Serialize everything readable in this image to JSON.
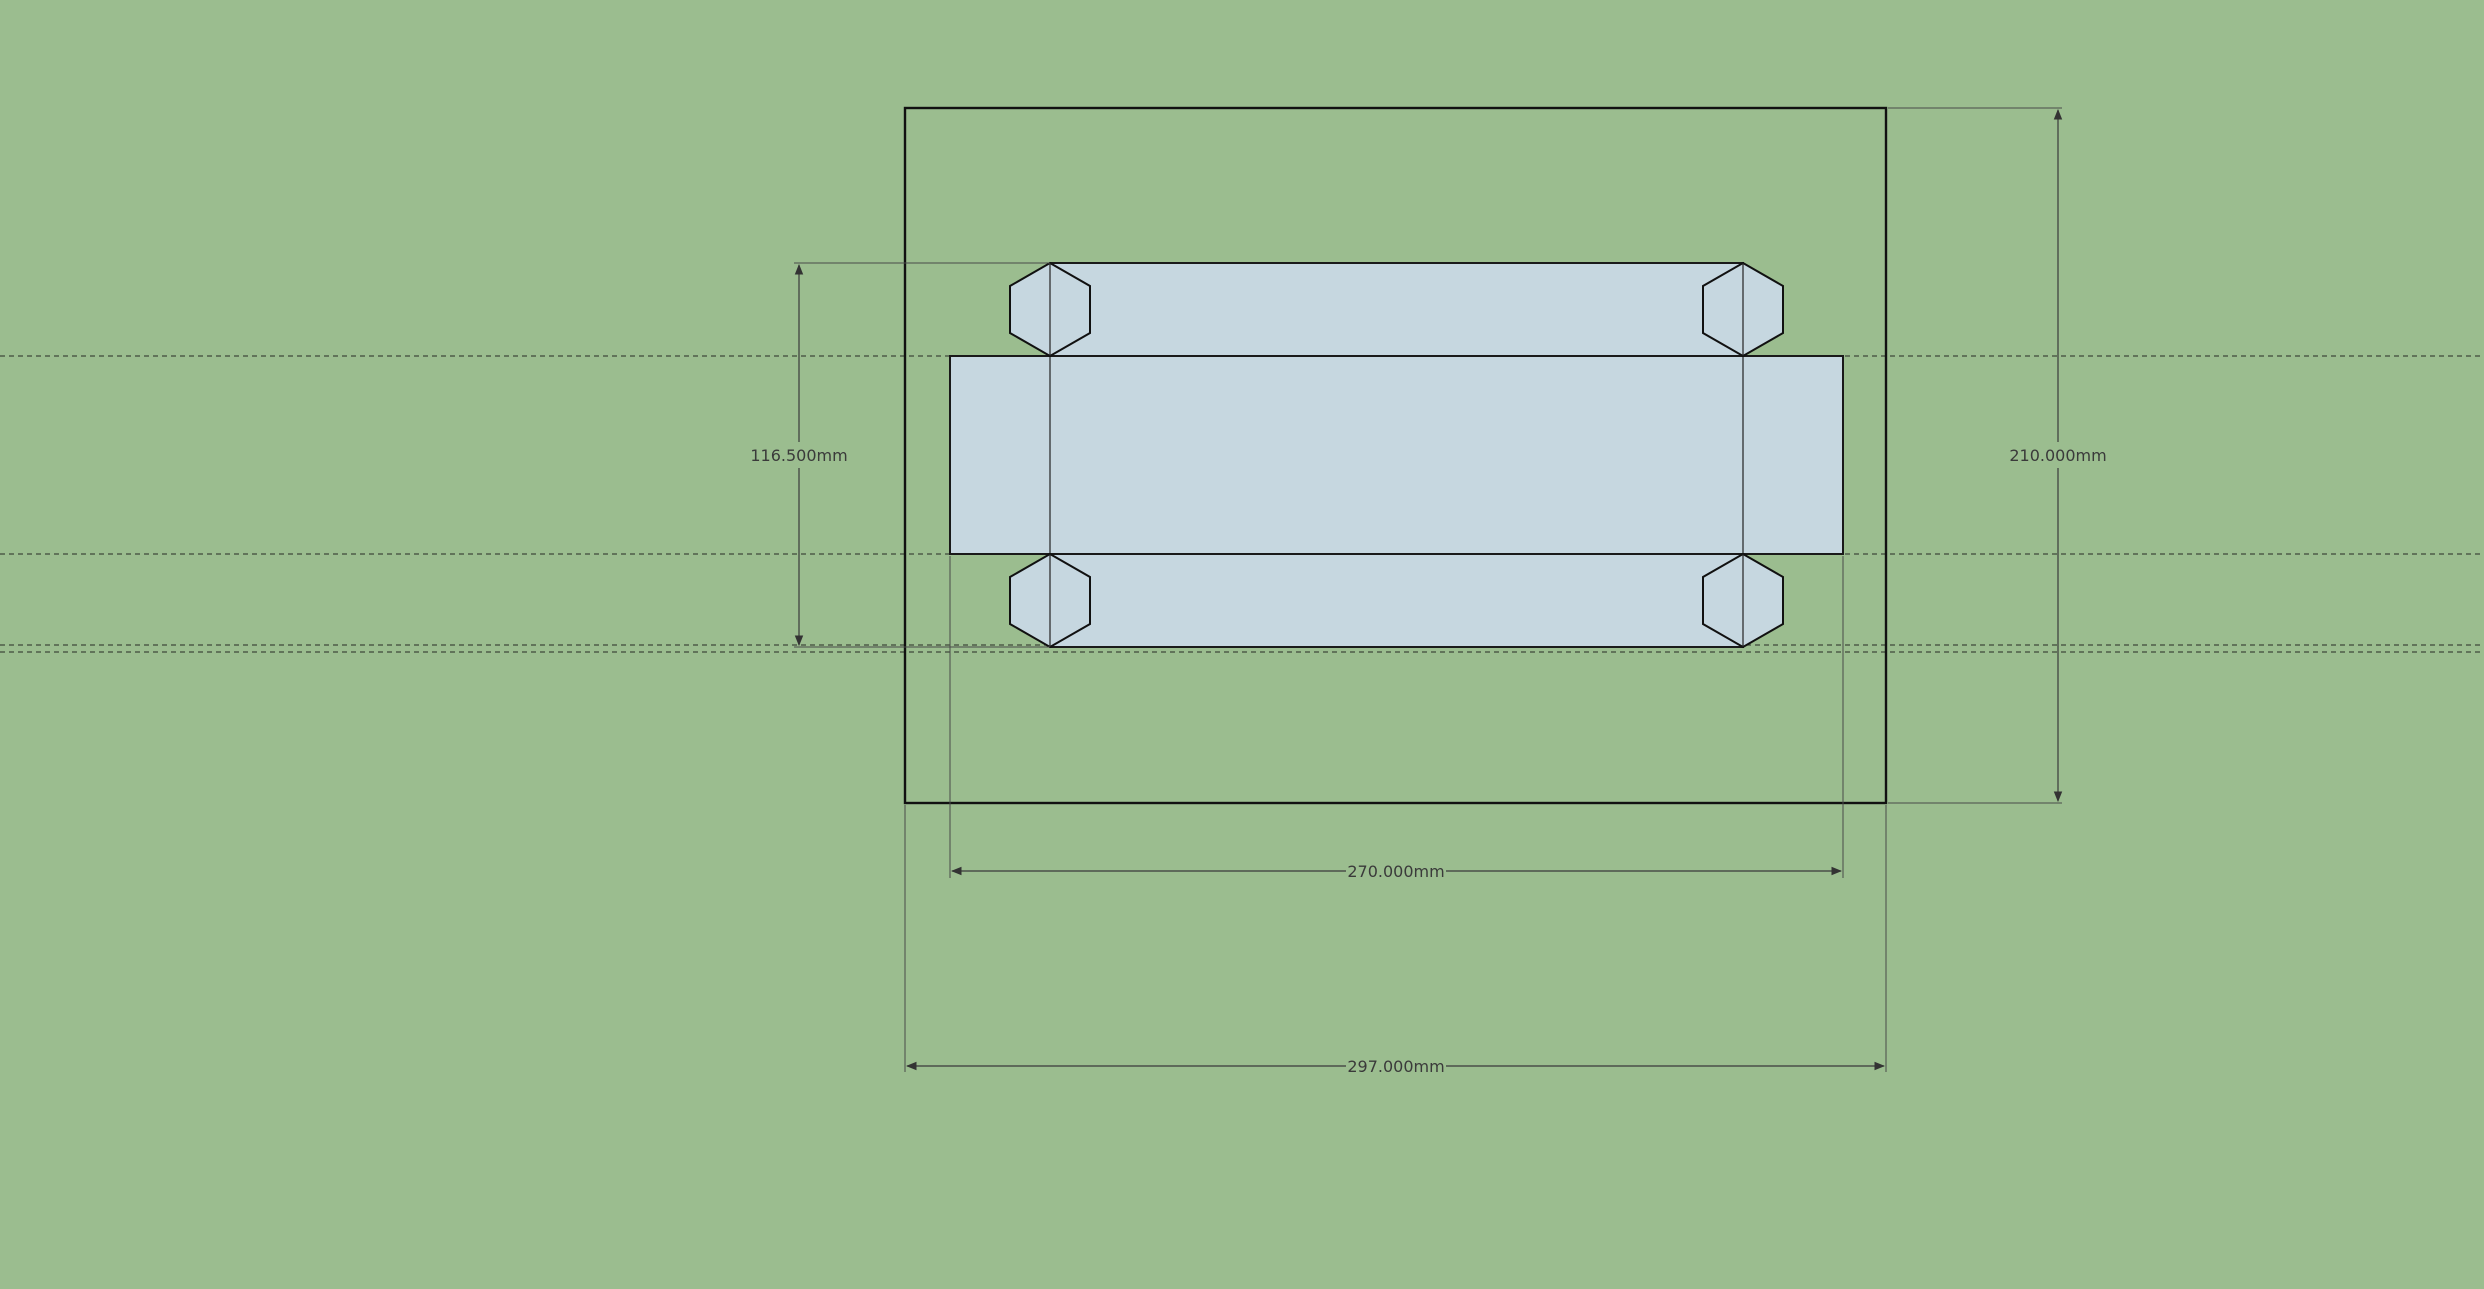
{
  "dimensions": {
    "sheet_height": "210.000mm",
    "net_height": "116.500mm",
    "center_width": "270.000mm",
    "sheet_width": "297.000mm"
  },
  "colors": {
    "background": "#9bbd8f",
    "panel_fill": "#c6d7e0",
    "outline": "#111111"
  }
}
